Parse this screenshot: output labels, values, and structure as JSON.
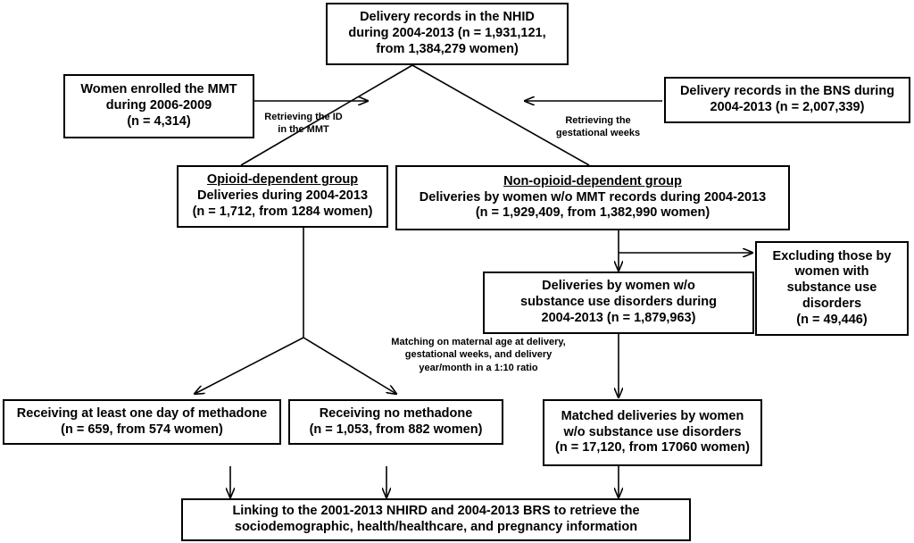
{
  "boxes": {
    "nhid": {
      "lines": [
        "Delivery records in the NHID",
        "during 2004-2013 (n = 1,931,121,",
        "from 1,384,279 women)"
      ]
    },
    "mmt": {
      "lines": [
        "Women enrolled the MMT",
        "during 2006-2009",
        "(n = 4,314)"
      ]
    },
    "bns": {
      "lines": [
        "Delivery records in the BNS during",
        "2004-2013 (n = 2,007,339)"
      ]
    },
    "opioid": {
      "title": "Opioid-dependent group",
      "lines": [
        "Deliveries during 2004-2013",
        "(n = 1,712, from 1284 women)"
      ]
    },
    "non_opioid": {
      "title": "Non-opioid-dependent group",
      "lines": [
        "Deliveries by women w/o MMT records during 2004-2013",
        "(n = 1,929,409, from 1,382,990 women)"
      ]
    },
    "excluding": {
      "lines": [
        "Excluding those by",
        "women with",
        "substance use",
        "disorders",
        "(n = 49,446)"
      ]
    },
    "no_sud": {
      "lines": [
        "Deliveries by women w/o",
        "substance use disorders during",
        "2004-2013 (n = 1,879,963)"
      ]
    },
    "methadone": {
      "lines": [
        "Receiving at least one day of methadone",
        "(n = 659, from 574 women)"
      ]
    },
    "no_methadone": {
      "lines": [
        "Receiving no methadone",
        "(n = 1,053, from 882 women)"
      ]
    },
    "matched": {
      "lines": [
        "Matched deliveries by women",
        "w/o substance use disorders",
        "(n = 17,120, from 17060 women)"
      ]
    },
    "linking": {
      "lines": [
        "Linking to the 2001-2013 NHIRD and 2004-2013 BRS to retrieve the",
        "sociodemographic, health/healthcare, and pregnancy information"
      ]
    }
  },
  "notes": {
    "retrieving_id": [
      "Retrieving the ID",
      "in the MMT"
    ],
    "retrieving_weeks": [
      "Retrieving the",
      "gestational weeks"
    ],
    "matching": [
      "Matching on maternal age at delivery,",
      "gestational weeks, and delivery",
      "year/month in a 1:10 ratio"
    ]
  }
}
